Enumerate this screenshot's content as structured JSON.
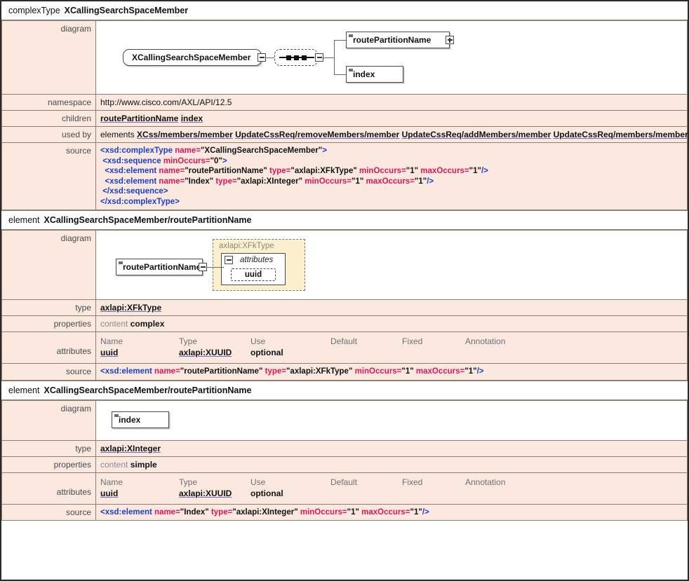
{
  "sections": [
    {
      "kind": "complexType",
      "name": "XCallingSearchSpaceMember",
      "rows": {
        "diagram_label": "diagram",
        "namespace_label": "namespace",
        "namespace_value": "http://www.cisco.com/AXL/API/12.5",
        "children_label": "children",
        "children_links": [
          "routePartitionName",
          "index"
        ],
        "usedby_label": "used by",
        "usedby_prefix": "elements",
        "usedby_links": [
          "XCss/members/member",
          "UpdateCssReq/removeMembers/member",
          "UpdateCssReq/addMembers/member",
          "UpdateCssReq/members/member"
        ],
        "source_label": "source"
      },
      "diagram": {
        "root_label": "XCallingSearchSpaceMember",
        "child1_label": "routePartitionName",
        "child1_ctl": "+",
        "child2_label": "index",
        "root_ctl": "-",
        "seq_ctl": "-"
      },
      "source_lines": [
        [
          {
            "t": "tag",
            "v": "<xsd:complexType "
          },
          {
            "t": "attr",
            "v": "name="
          },
          {
            "t": "val",
            "v": "\"XCallingSearchSpaceMember\""
          },
          {
            "t": "tag",
            "v": ">"
          }
        ],
        [
          {
            "t": "tag",
            "v": " <xsd:sequence "
          },
          {
            "t": "attr",
            "v": "minOccurs="
          },
          {
            "t": "val",
            "v": "\"0\""
          },
          {
            "t": "tag",
            "v": ">"
          }
        ],
        [
          {
            "t": "tag",
            "v": "  <xsd:element "
          },
          {
            "t": "attr",
            "v": "name="
          },
          {
            "t": "val",
            "v": "\"routePartitionName\" "
          },
          {
            "t": "attr",
            "v": "type="
          },
          {
            "t": "val",
            "v": "\"axlapi:XFkType\" "
          },
          {
            "t": "attr",
            "v": "minOccurs="
          },
          {
            "t": "val",
            "v": "\"1\" "
          },
          {
            "t": "attr",
            "v": "maxOccurs="
          },
          {
            "t": "val",
            "v": "\"1\""
          },
          {
            "t": "tag",
            "v": "/>"
          }
        ],
        [
          {
            "t": "tag",
            "v": "  <xsd:element "
          },
          {
            "t": "attr",
            "v": "name="
          },
          {
            "t": "val",
            "v": "\"Index\" "
          },
          {
            "t": "attr",
            "v": "type="
          },
          {
            "t": "val",
            "v": "\"axlapi:XInteger\" "
          },
          {
            "t": "attr",
            "v": "minOccurs="
          },
          {
            "t": "val",
            "v": "\"1\" "
          },
          {
            "t": "attr",
            "v": "maxOccurs="
          },
          {
            "t": "val",
            "v": "\"1\""
          },
          {
            "t": "tag",
            "v": "/>"
          }
        ],
        [
          {
            "t": "tag",
            "v": " </xsd:sequence>"
          }
        ],
        [
          {
            "t": "tag",
            "v": "</xsd:complexType>"
          }
        ]
      ]
    },
    {
      "kind": "element",
      "name": "XCallingSearchSpaceMember/routePartitionName",
      "rows": {
        "diagram_label": "diagram",
        "type_label": "type",
        "type_value": "axlapi:XFkType",
        "properties_label": "properties",
        "properties_key": "content",
        "properties_value": "complex",
        "attributes_label": "attributes",
        "source_label": "source"
      },
      "diagram": {
        "element_label": "routePartitionName",
        "element_ctl": "-",
        "type_label": "axlapi:XFkType",
        "attributes_label": "attributes",
        "attributes_ctl": "-",
        "uuid_label": "uuid"
      },
      "attributes_table": {
        "headers": [
          "Name",
          "Type",
          "Use",
          "Default",
          "Fixed",
          "Annotation"
        ],
        "row": {
          "name": "uuid",
          "type": "axlapi:XUUID",
          "use": "optional",
          "default": "",
          "fixed": "",
          "annotation": ""
        }
      },
      "source_lines": [
        [
          {
            "t": "tag",
            "v": "<xsd:element "
          },
          {
            "t": "attr",
            "v": "name="
          },
          {
            "t": "val",
            "v": "\"routePartitionName\" "
          },
          {
            "t": "attr",
            "v": "type="
          },
          {
            "t": "val",
            "v": "\"axlapi:XFkType\" "
          },
          {
            "t": "attr",
            "v": "minOccurs="
          },
          {
            "t": "val",
            "v": "\"1\" "
          },
          {
            "t": "attr",
            "v": "maxOccurs="
          },
          {
            "t": "val",
            "v": "\"1\""
          },
          {
            "t": "tag",
            "v": "/>"
          }
        ]
      ]
    },
    {
      "kind": "element",
      "name": "XCallingSearchSpaceMember/routePartitionName",
      "rows": {
        "diagram_label": "diagram",
        "type_label": "type",
        "type_value": "axlapi:XInteger",
        "properties_label": "properties",
        "properties_key": "content",
        "properties_value": "simple",
        "attributes_label": "attributes",
        "source_label": "source"
      },
      "diagram": {
        "element_label": "index"
      },
      "attributes_table": {
        "headers": [
          "Name",
          "Type",
          "Use",
          "Default",
          "Fixed",
          "Annotation"
        ],
        "row": {
          "name": "uuid",
          "type": "axlapi:XUUID",
          "use": "optional",
          "default": "",
          "fixed": "",
          "annotation": ""
        }
      },
      "source_lines": [
        [
          {
            "t": "tag",
            "v": "<xsd:element "
          },
          {
            "t": "attr",
            "v": "name="
          },
          {
            "t": "val",
            "v": "\"Index\" "
          },
          {
            "t": "attr",
            "v": "type="
          },
          {
            "t": "val",
            "v": "\"axlapi:XInteger\" "
          },
          {
            "t": "attr",
            "v": "minOccurs="
          },
          {
            "t": "val",
            "v": "\"1\" "
          },
          {
            "t": "attr",
            "v": "maxOccurs="
          },
          {
            "t": "val",
            "v": "\"1\""
          },
          {
            "t": "tag",
            "v": "/>"
          }
        ]
      ]
    }
  ],
  "colors": {
    "row_bg": "#fbe9e0",
    "border": "#8c8075",
    "link_underline": "#6a6ad0",
    "tag": "#1a3fd0",
    "attr": "#e0145a",
    "type_box_bg": "#fdf0cf"
  }
}
